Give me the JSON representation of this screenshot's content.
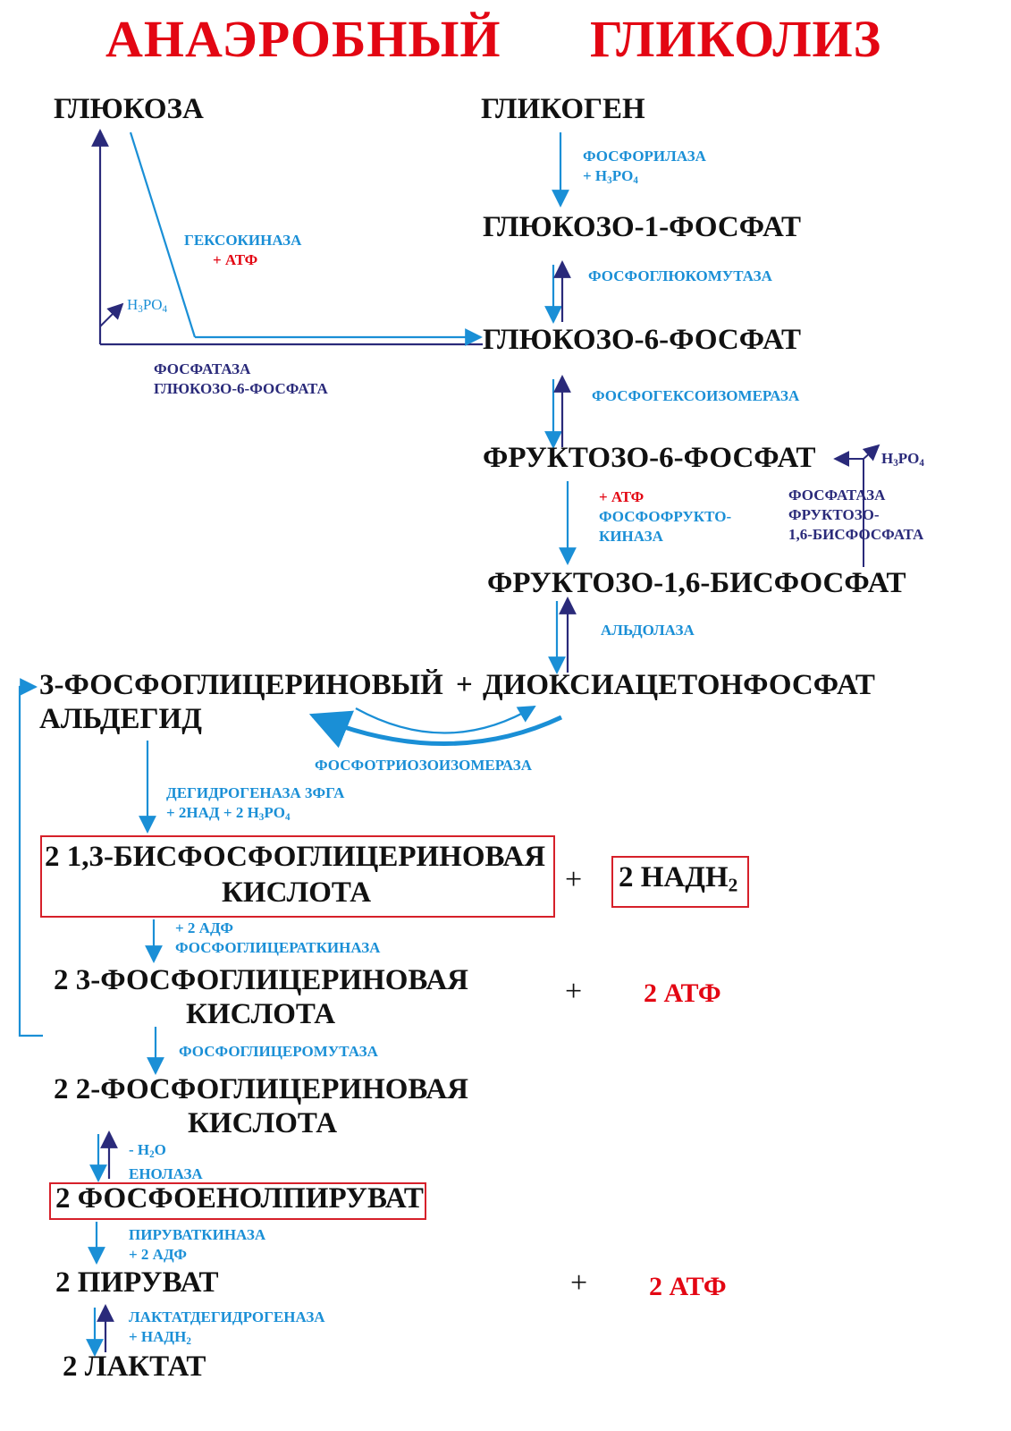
{
  "title": {
    "left": "АНАЭРОБНЫЙ",
    "right": "ГЛИКОЛИЗ"
  },
  "metabolites": {
    "glucose": "ГЛЮКОЗА",
    "glycogen": "ГЛИКОГЕН",
    "g1p": "ГЛЮКОЗО-1-ФОСФАТ",
    "g6p": "ГЛЮКОЗО-6-ФОСФАТ",
    "f6p": "ФРУКТОЗО-6-ФОСФАТ",
    "f16bp": "ФРУКТОЗО-1,6-БИСФОСФАТ",
    "gap_line1": "3-ФОСФОГЛИЦЕРИНОВЫЙ",
    "gap_line2": "АЛЬДЕГИД",
    "plus_dhap": "+",
    "dhap": "ДИОКСИАЦЕТОНФОСФАТ",
    "bpg_line1": "2  1,3-БИСФОСФОГЛИЦЕРИНОВАЯ",
    "bpg_line2": "КИСЛОТА",
    "nadh": "2 НАДН",
    "nadh_sub": "2",
    "pg3_line1": "2 3-ФОСФОГЛИЦЕРИНОВАЯ",
    "pg3_line2": "КИСЛОТА",
    "pg2_line1": "2 2-ФОСФОГЛИЦЕРИНОВАЯ",
    "pg2_line2": "КИСЛОТА",
    "pep": "2 ФОСФОЕНОЛПИРУВАТ",
    "pyruvate": "2 ПИРУВАТ",
    "lactate": "2 ЛАКТАТ"
  },
  "products": {
    "plus": "+",
    "atp1": "2 АТФ",
    "atp2": "2 АТФ"
  },
  "enzymes": {
    "phosphorylase": "ФОСФОРИЛАЗА",
    "phosphorylase_co": "+ H",
    "phosphomutase": "ФОСФОГЛЮКОМУТАЗА",
    "hexokinase": "ГЕКСОКИНАЗА",
    "hexokinase_co": "+ АТФ",
    "h3po4_small": "H",
    "g6pase_line1": "ФОСФАТАЗА",
    "g6pase_line2": "ГЛЮКОЗО-6-ФОСФАТА",
    "isomerase": "ФОСФОГЕКСОИЗОМЕРАЗА",
    "pfk_co": "+ АТФ",
    "pfk_line1": "ФОСФОФРУКТО-",
    "pfk_line2": "КИНАЗА",
    "h3po4_f": "H",
    "fbpase_line1": "ФОСФАТАЗА",
    "fbpase_line2": "ФРУКТОЗО-",
    "fbpase_line3": "1,6-БИСФОСФАТА",
    "aldolase": "АЛЬДОЛАЗА",
    "tpi": "ФОСФОТРИОЗОИЗОМЕРАЗА",
    "gapdh_line1": "ДЕГИДРОГЕНАЗА 3ФГА",
    "gapdh_line2": "+ 2НАД + 2 H",
    "pgk_line1": "+ 2 АДФ",
    "pgk_line2": "ФОСФОГЛИЦЕРАТКИНАЗА",
    "pgm": "ФОСФОГЛИЦЕРОМУТАЗА",
    "enolase_co": "- H",
    "enolase_co_o": "O",
    "enolase": "ЕНОЛАЗА",
    "pk_line1": "ПИРУВАТКИНАЗА",
    "pk_line2": "+ 2 АДФ",
    "ldh_line1": "ЛАКТАТДЕГИДРОГЕНАЗА",
    "ldh_line2": "+ НАДН"
  },
  "formula": {
    "h3": "3",
    "po": "PO",
    "p4": "4",
    "h2": "2"
  },
  "colors": {
    "title": "#e30613",
    "enzyme": "#1a8fd6",
    "enzyme_dark": "#2a2a7a",
    "box": "#d6202a"
  }
}
